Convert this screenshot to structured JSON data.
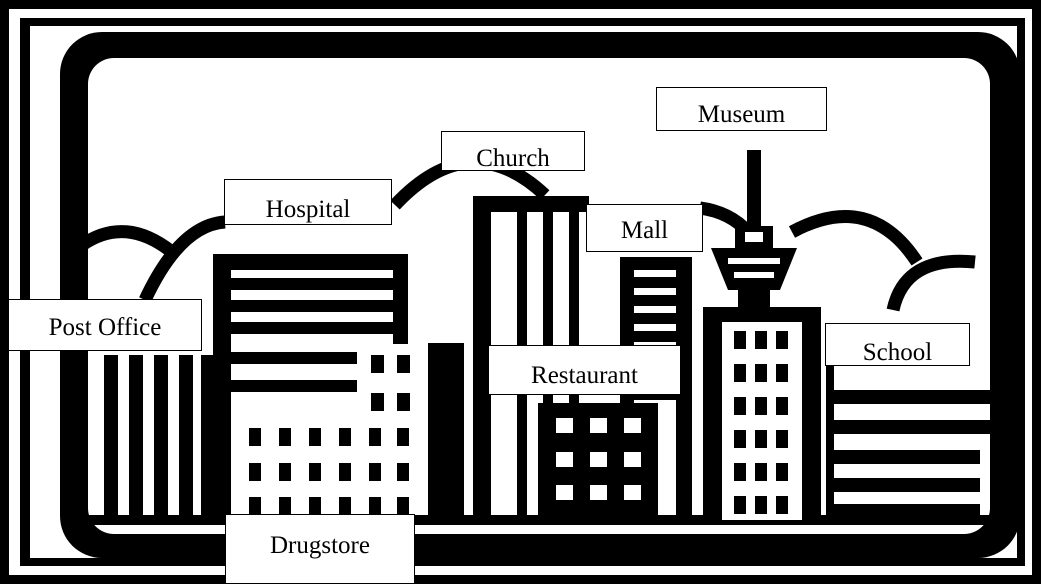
{
  "labels": {
    "museum": "Museum",
    "church": "Church",
    "hospital": "Hospital",
    "mall": "Mall",
    "post_office": "Post Office",
    "restaurant": "Restaurant",
    "school": "School",
    "drugstore": "Drugstore"
  },
  "colors": {
    "ink": "#000000",
    "paper": "#ffffff"
  }
}
